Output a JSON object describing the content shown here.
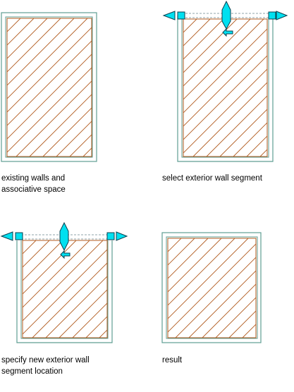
{
  "colors": {
    "wall": "#5f9e92",
    "space": "#b05a1e",
    "grip_fill": "#00e0f0",
    "grip_stroke": "#0b3f4f",
    "guide": "#8fa3a8"
  },
  "icons": [
    "square-grip-icon",
    "triangle-grip-icon",
    "lengthen-arrow-icon",
    "offset-arrow-icon"
  ],
  "panels": [
    {
      "id": "existing",
      "caption_lines": [
        "existing walls and",
        "associative space"
      ],
      "grips": "none"
    },
    {
      "id": "select",
      "caption_lines": [
        "select exterior wall segment"
      ],
      "grips": "top-wall"
    },
    {
      "id": "specify",
      "caption_lines": [
        "specify new exterior wall",
        "segment location"
      ],
      "grips": "top-wall-shifted"
    },
    {
      "id": "result",
      "caption_lines": [
        "result"
      ],
      "grips": "none"
    }
  ]
}
